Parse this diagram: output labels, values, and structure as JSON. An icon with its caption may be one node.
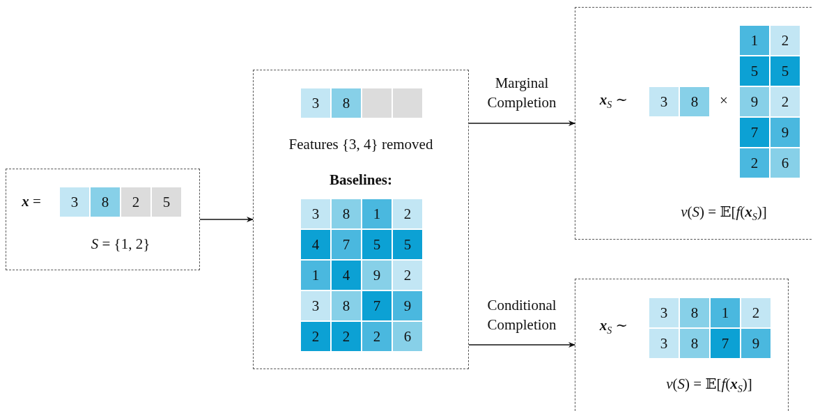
{
  "diagram": {
    "nodes": [
      {
        "text": [
          "**x** =",
          "*S* = {1, 2}"
        ]
      },
      {
        "text": [
          "3"
        ],
        "in": 0
      },
      {
        "text": [
          "8"
        ],
        "in": 0
      },
      {
        "text": [
          "2"
        ],
        "in": 0
      },
      {
        "text": [
          "5"
        ],
        "in": 0
      },
      {
        "text": [
          "Features {3, 4} removed",
          "Baselines:"
        ]
      },
      {
        "text": [
          "3"
        ],
        "in": 5
      },
      {
        "text": [
          "8"
        ],
        "in": 5
      },
      {
        "text": [],
        "shape": "box",
        "in": 5
      },
      {
        "text": [],
        "shape": "box",
        "in": 5
      },
      {
        "text": [
          "3"
        ],
        "in": 5
      },
      {
        "text": [
          "8"
        ],
        "in": 5
      },
      {
        "text": [
          "1"
        ],
        "in": 5
      },
      {
        "text": [
          "2"
        ],
        "in": 5
      },
      {
        "text": [
          "4"
        ],
        "in": 5
      },
      {
        "text": [
          "7"
        ],
        "in": 5
      },
      {
        "text": [
          "5"
        ],
        "in": 5
      },
      {
        "text": [
          "5"
        ],
        "in": 5
      },
      {
        "text": [
          "1"
        ],
        "in": 5
      },
      {
        "text": [
          "4"
        ],
        "in": 5
      },
      {
        "text": [
          "9"
        ],
        "in": 5
      },
      {
        "text": [
          "2"
        ],
        "in": 5
      },
      {
        "text": [
          "3"
        ],
        "in": 5
      },
      {
        "text": [
          "8"
        ],
        "in": 5
      },
      {
        "text": [
          "7"
        ],
        "in": 5
      },
      {
        "text": [
          "9"
        ],
        "in": 5
      },
      {
        "text": [
          "2"
        ],
        "in": 5
      },
      {
        "text": [
          "2"
        ],
        "in": 5
      },
      {
        "text": [
          "2"
        ],
        "in": 5
      },
      {
        "text": [
          "6"
        ],
        "in": 5
      },
      {
        "text": [
          "**x**$_{S}$ ∼",
          "×",
          "*v*(*S*) = 𝔼[*f*(**x**$_{S}$)]"
        ]
      },
      {
        "text": [
          "3"
        ],
        "in": 30
      },
      {
        "text": [
          "8"
        ],
        "in": 30
      },
      {
        "text": [
          "1"
        ],
        "in": 30
      },
      {
        "text": [
          "2"
        ],
        "in": 30
      },
      {
        "text": [
          "5"
        ],
        "in": 30
      },
      {
        "text": [
          "5"
        ],
        "in": 30
      },
      {
        "text": [
          "9"
        ],
        "in": 30
      },
      {
        "text": [
          "2"
        ],
        "in": 30
      },
      {
        "text": [
          "7"
        ],
        "in": 30
      },
      {
        "text": [
          "9"
        ],
        "in": 30
      },
      {
        "text": [
          "2"
        ],
        "in": 30
      },
      {
        "text": [
          "6"
        ],
        "in": 30
      },
      {
        "text": [
          "**x**$_{S}$ ∼",
          "*v*(*S*) = 𝔼[*f*(**x**$_{S}$)]"
        ]
      },
      {
        "text": [
          "3"
        ],
        "in": 43
      },
      {
        "text": [
          "8"
        ],
        "in": 43
      },
      {
        "text": [
          "1"
        ],
        "in": 43
      },
      {
        "text": [
          "2"
        ],
        "in": 43
      },
      {
        "text": [
          "3"
        ],
        "in": 43
      },
      {
        "text": [
          "8"
        ],
        "in": 43
      },
      {
        "text": [
          "7"
        ],
        "in": 43
      },
      {
        "text": [
          "9"
        ],
        "in": 43
      }
    ],
    "edges": [
      {
        "from": 0,
        "to": 5,
        "arrow": "to"
      },
      {
        "from": 5,
        "to": 30,
        "arrow": "to",
        "label": "Marginal Completion"
      },
      {
        "from": 5,
        "to": 43,
        "arrow": "to",
        "label": "Conditional Completion"
      }
    ]
  }
}
